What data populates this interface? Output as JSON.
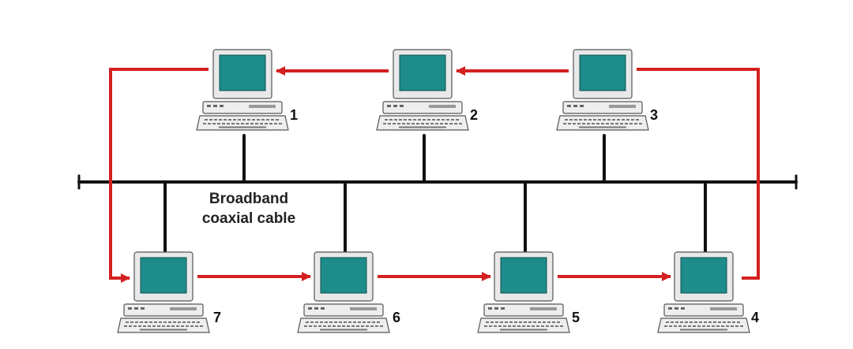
{
  "cable": {
    "line1": "Broadband",
    "line2": "coaxial cable"
  },
  "computers": [
    {
      "id": "1"
    },
    {
      "id": "2"
    },
    {
      "id": "3"
    },
    {
      "id": "4"
    },
    {
      "id": "5"
    },
    {
      "id": "6"
    },
    {
      "id": "7"
    }
  ],
  "colors": {
    "ring": "#d42020",
    "bus": "#111111",
    "screen": "#1d8c8a",
    "monitor_frame": "#e9e9e9"
  },
  "icons": {
    "computer": "desktop-computer-icon",
    "arrow": "arrowhead-icon"
  }
}
